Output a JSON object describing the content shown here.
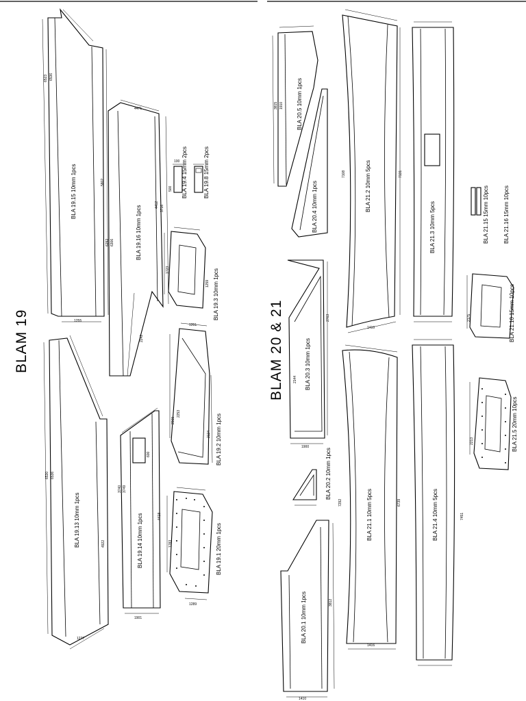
{
  "titles": {
    "left": "BLAM 19",
    "right": "BLAM 20 & 21"
  },
  "parts": {
    "p19_15": "BLA 19.15 10mm 1pcs",
    "p19_16": "BLA 19.16 10mm 1pcs",
    "p19_4": "BLA 19.4 15mm 2pcs",
    "p19_8": "BLA 19.8 15mm 2pcs",
    "p19_3": "BLA 19.3 10mm 1pcs",
    "p19_13": "BLA 19.13 10mm 1pcs",
    "p19_14": "BLA 19.14 10mm 1pcs",
    "p19_2": "BLA 19.2 10mm 1pcs",
    "p19_1": "BLA 19.1 20mm 1pcs",
    "p20_5": "BLA 20.5 10mm 1pcs",
    "p20_4": "BLA 20.4 10mm 1pcs",
    "p21_2": "BLA 21.2 10mm 5pcs",
    "p21_3": "BLA 21.3 10mm 5pcs",
    "p21_15": "BLA 21.15 15mm 10pcs",
    "p21_16": "BLA 21.16 15mm 10pcs",
    "p20_3": "BLA 20.3 10mm 1pcs",
    "p21_10": "BLA 21.10 15mm 10pcs",
    "p21_5": "BLA 21.5 20mm 10pcs",
    "p20_2": "BLA 20.2 10mm 1pcs",
    "p21_1": "BLA 21.1 10mm 5pcs",
    "p21_4": "BLA 21.4 10mm 5pcs",
    "p20_1": "BLA 20.1 10mm 1pcs"
  },
  "dims": {
    "d6523": "6523",
    "d6536": "6536",
    "d1255": "1255",
    "d5802": "5802",
    "d6292": "6292",
    "d6306": "6306",
    "d4471": "4471",
    "d3716": "3716",
    "d4412": "4412",
    "d2242": "2242",
    "d500": "500",
    "d100": "100",
    "d1723": "1723",
    "d1259": "1259",
    "d6530": "6530",
    "d6536b": "6536",
    "d1277": "1277",
    "d4922": "4922",
    "d3740": "3740",
    "d3749": "3749",
    "d1901": "1901",
    "d4418": "4418",
    "d600": "600",
    "d1201": "1201",
    "d2969": "2969",
    "d2253": "2253",
    "d2124": "2124",
    "d1783": "1783",
    "d1289": "1289",
    "d3815": "3815",
    "d1910": "1910",
    "d7108": "7108",
    "d7131": "7131",
    "d1410": "1410",
    "d2144": "2144",
    "d2763": "2763",
    "d1900": "1900",
    "d2175": "2175",
    "d2213": "2213",
    "d7292": "7292",
    "d6739": "6739",
    "d7451": "7451",
    "d3812": "3812",
    "d1410b": "1410",
    "d1416": "1416"
  }
}
